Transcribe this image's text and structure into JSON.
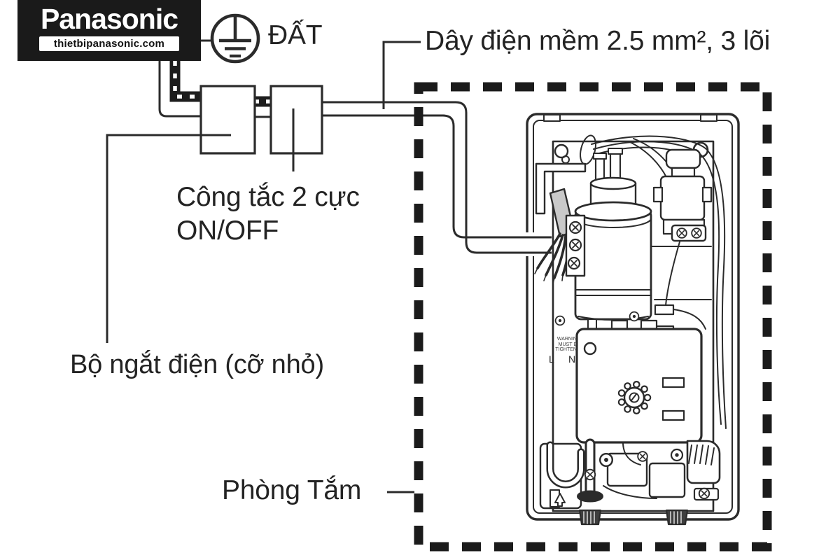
{
  "logo": {
    "brand": "Panasonic",
    "site": "thietbipanasonic.com"
  },
  "labels": {
    "ground": "ĐẤT",
    "cable": "Dây điện mềm 2.5 mm², 3 lõi",
    "switch_line1": "Công tắc 2 cực",
    "switch_line2": "ON/OFF",
    "breaker": "Bộ ngắt điện (cỡ nhỏ)",
    "bathroom": "Phòng Tắm"
  },
  "unit": {
    "warning_line1": "WARNIN",
    "warning_line2": "MUST B",
    "warning_line3": "TIGHTEN",
    "terminal_l": "L",
    "terminal_n": "N"
  },
  "colors": {
    "ink": "#2b2b2b",
    "boundary_dash": "#1b1b1b",
    "logo_background": "#1a1a1a",
    "cable_sheath_gray": "#c9c9c9",
    "background": "#ffffff"
  }
}
